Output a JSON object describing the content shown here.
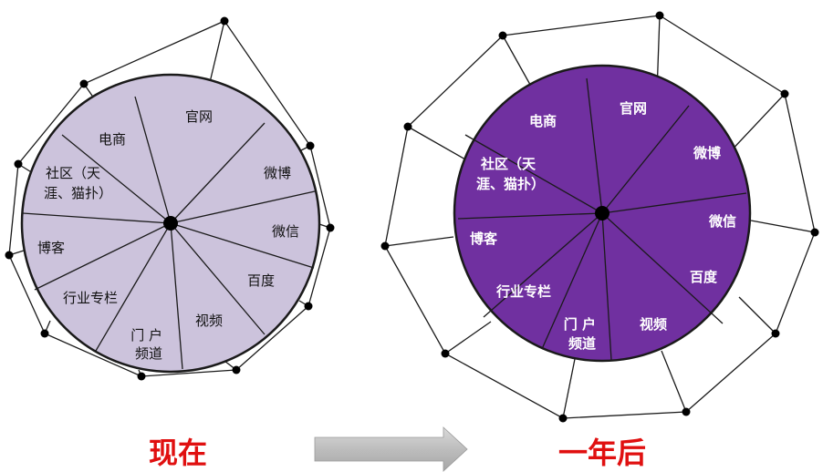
{
  "diagrams": [
    {
      "key": "now",
      "caption": "现在",
      "fill_color": "#ccc3dc",
      "segments": [
        {
          "lines": [
            "官网"
          ]
        },
        {
          "lines": [
            "微博"
          ]
        },
        {
          "lines": [
            "微信"
          ]
        },
        {
          "lines": [
            "百度"
          ]
        },
        {
          "lines": [
            "视频"
          ]
        },
        {
          "lines": [
            "门 户",
            "频道"
          ]
        },
        {
          "lines": [
            "行业专栏"
          ]
        },
        {
          "lines": [
            "博客"
          ]
        },
        {
          "lines": [
            "社区（天",
            "涯、猫扑）"
          ]
        },
        {
          "lines": [
            "电商"
          ]
        }
      ]
    },
    {
      "key": "after",
      "caption": "一年后",
      "fill_color": "#7030a0",
      "segments": [
        {
          "lines": [
            "官网"
          ]
        },
        {
          "lines": [
            "微博"
          ]
        },
        {
          "lines": [
            "微信"
          ]
        },
        {
          "lines": [
            "百度"
          ]
        },
        {
          "lines": [
            "视频"
          ]
        },
        {
          "lines": [
            "门 户",
            "频道"
          ]
        },
        {
          "lines": [
            "行业专栏"
          ]
        },
        {
          "lines": [
            "博客"
          ]
        },
        {
          "lines": [
            "社区（天",
            "涯、猫扑）"
          ]
        },
        {
          "lines": [
            "电商"
          ]
        }
      ]
    }
  ],
  "colors": {
    "caption": "#e01010",
    "arrow": "#bfbfbf",
    "outline": "#1a1a1a"
  },
  "arrow_icon": "right-arrow-icon"
}
